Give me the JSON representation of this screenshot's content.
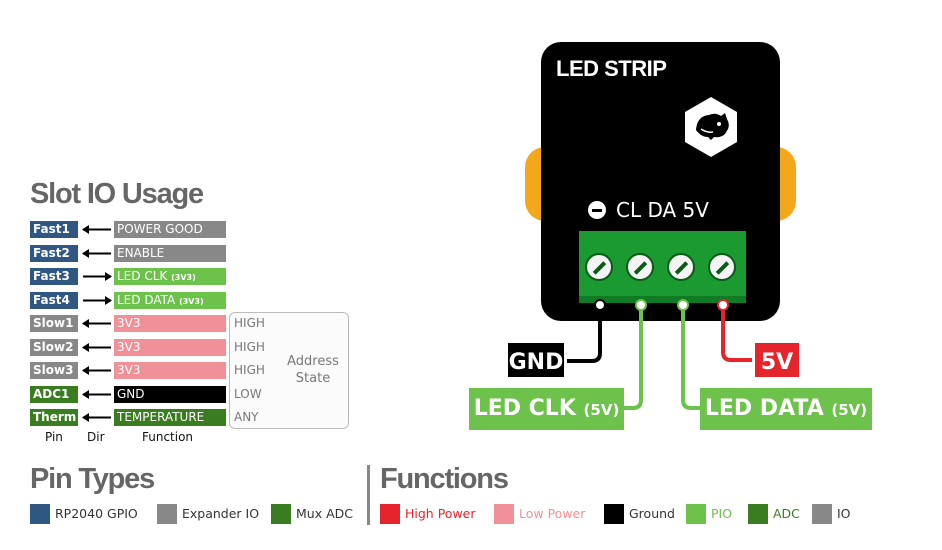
{
  "slot_io": {
    "title": "Slot IO Usage",
    "rows": [
      {
        "pin": "Fast1",
        "pin_color": "#2f5782",
        "dir": "in",
        "function": "POWER GOOD",
        "function_sub": "",
        "function_color": "#888888",
        "state": ""
      },
      {
        "pin": "Fast2",
        "pin_color": "#2f5782",
        "dir": "in",
        "function": "ENABLE",
        "function_sub": "",
        "function_color": "#888888",
        "state": ""
      },
      {
        "pin": "Fast3",
        "pin_color": "#2f5782",
        "dir": "out",
        "function": "LED CLK",
        "function_sub": "(3V3)",
        "function_color": "#6cc24a",
        "state": ""
      },
      {
        "pin": "Fast4",
        "pin_color": "#2f5782",
        "dir": "out",
        "function": "LED DATA",
        "function_sub": "(3V3)",
        "function_color": "#6cc24a",
        "state": ""
      },
      {
        "pin": "Slow1",
        "pin_color": "#888888",
        "dir": "in",
        "function": "3V3",
        "function_sub": "",
        "function_color": "#ef9196",
        "state": "HIGH"
      },
      {
        "pin": "Slow2",
        "pin_color": "#888888",
        "dir": "in",
        "function": "3V3",
        "function_sub": "",
        "function_color": "#ef9196",
        "state": "HIGH"
      },
      {
        "pin": "Slow3",
        "pin_color": "#888888",
        "dir": "in",
        "function": "3V3",
        "function_sub": "",
        "function_color": "#ef9196",
        "state": "HIGH"
      },
      {
        "pin": "ADC1",
        "pin_color": "#3a7d21",
        "dir": "in",
        "function": "GND",
        "function_sub": "",
        "function_color": "#000000",
        "state": "LOW"
      },
      {
        "pin": "Therm",
        "pin_color": "#3a7d21",
        "dir": "in",
        "function": "TEMPERATURE",
        "function_sub": "",
        "function_color": "#3a7d21",
        "state": "ANY"
      }
    ],
    "address_state_label": [
      "Address",
      "State"
    ],
    "col_pin": "Pin",
    "col_dir": "Dir",
    "col_function": "Function"
  },
  "pin_types": {
    "title": "Pin Types",
    "items": [
      {
        "label": "RP2040 GPIO",
        "color": "#2f5782"
      },
      {
        "label": "Expander IO",
        "color": "#888888"
      },
      {
        "label": "Mux ADC",
        "color": "#3a7d21"
      }
    ]
  },
  "functions": {
    "title": "Functions",
    "items": [
      {
        "label": "High Power",
        "color": "#e5242b"
      },
      {
        "label": "Low Power",
        "color": "#ef9196"
      },
      {
        "label": "Ground",
        "color": "#000000"
      },
      {
        "label": "PIO",
        "color": "#6cc24a"
      },
      {
        "label": "ADC",
        "color": "#3a7d21"
      },
      {
        "label": "IO",
        "color": "#888888"
      }
    ]
  },
  "module": {
    "title": "LED STRIP",
    "pin_labels": "CL DA 5V",
    "icon": "bear-logo-icon",
    "wire_colors": {
      "gnd": "#000000",
      "clk": "#6cc24a",
      "data": "#6cc24a",
      "v5": "#e5242b"
    }
  },
  "wire_labels": {
    "gnd": "GND",
    "clk": "LED CLK",
    "clk_sub": "(5V)",
    "data": "LED DATA",
    "data_sub": "(5V)",
    "v5": "5V"
  }
}
